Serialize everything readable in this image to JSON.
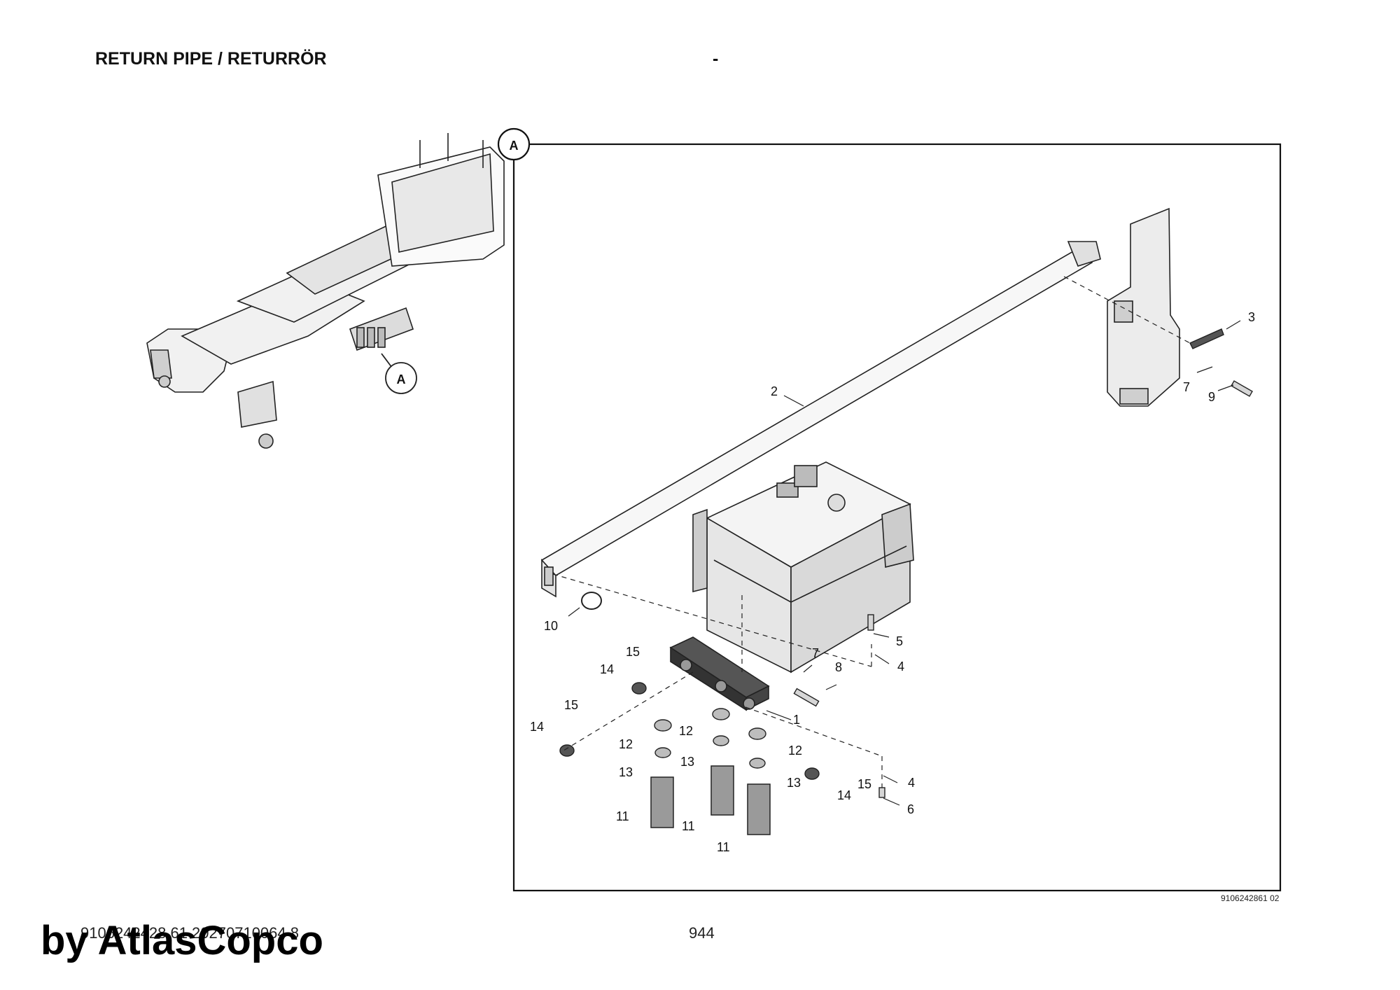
{
  "header": {
    "title": "RETURN PIPE / RETURRÖR",
    "separator": "-"
  },
  "detail": {
    "marker": "A",
    "callout_marker": "A",
    "labels": [
      "1",
      "2",
      "3",
      "4",
      "4",
      "5",
      "6",
      "7",
      "7",
      "8",
      "9",
      "10",
      "11",
      "11",
      "11",
      "12",
      "12",
      "12",
      "13",
      "13",
      "13",
      "14",
      "14",
      "14",
      "15",
      "15",
      "15"
    ]
  },
  "footer": {
    "document_number": "9106242861 02",
    "reference": "9106242428 61 20270710064 8",
    "page_number": "944",
    "brand": "by AtlasCopco"
  }
}
